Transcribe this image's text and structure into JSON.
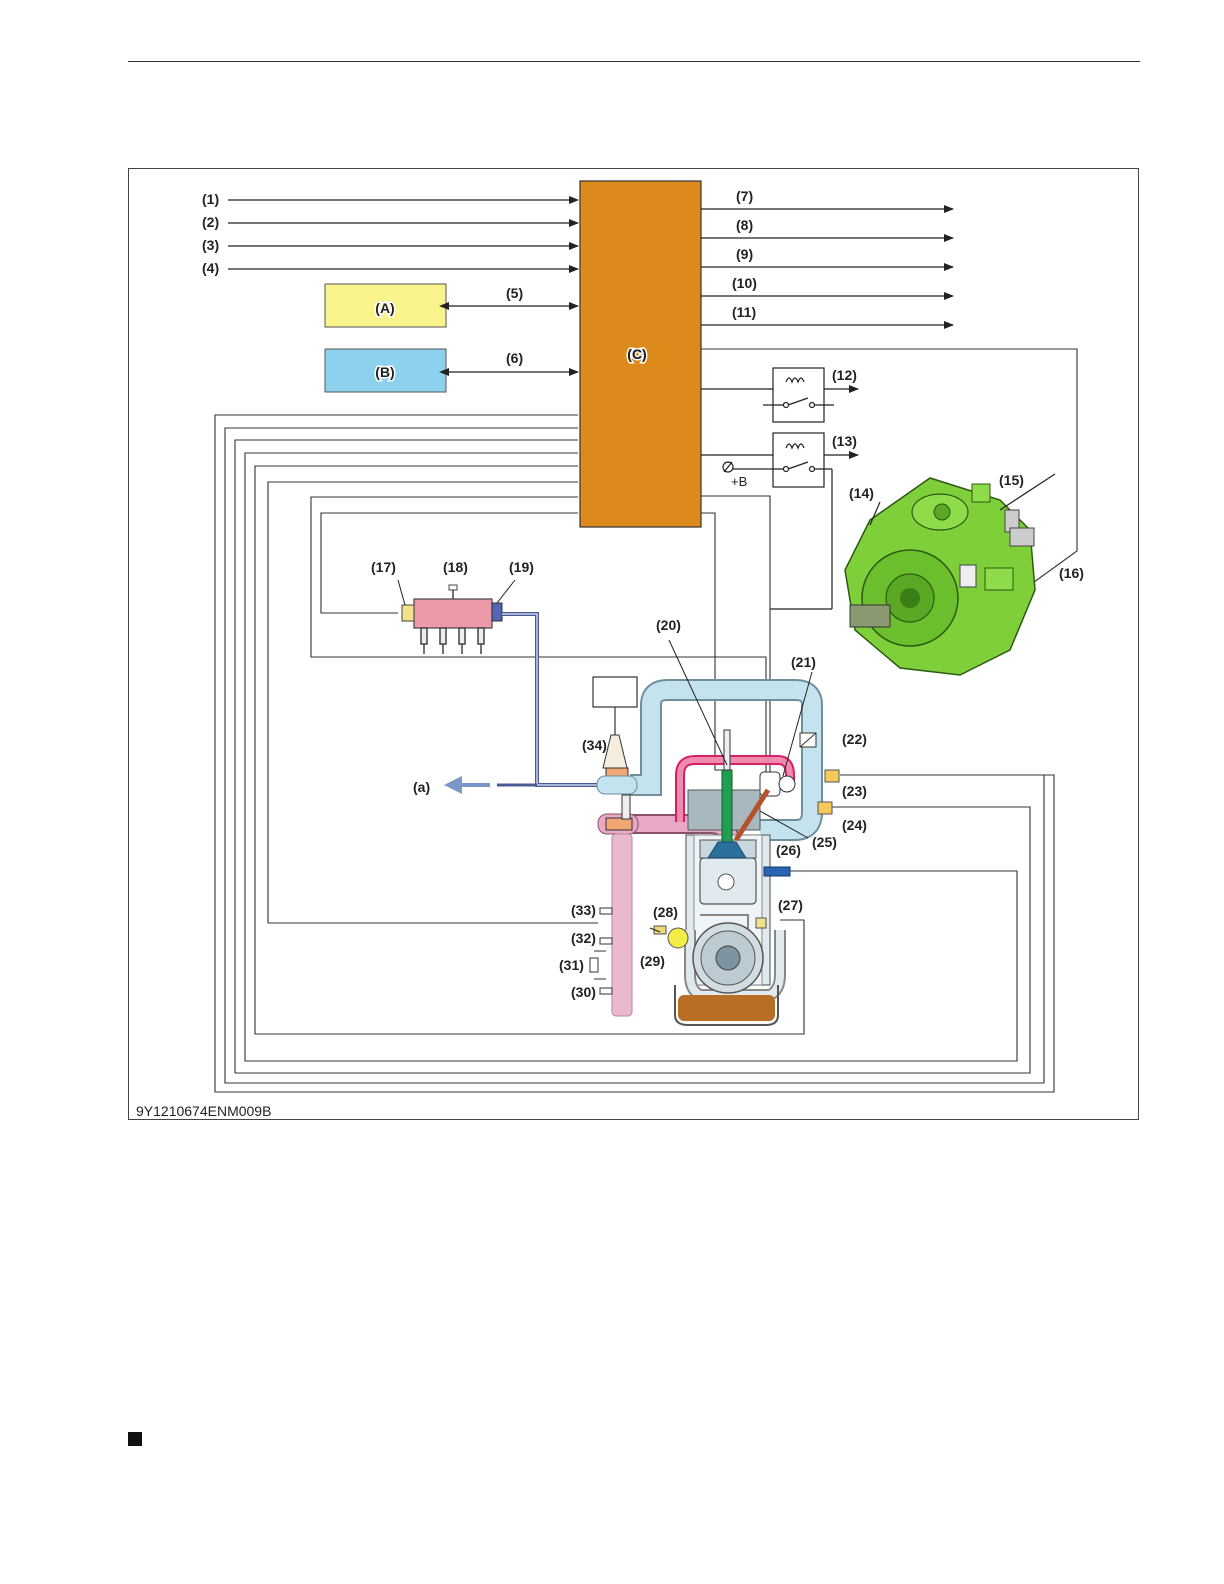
{
  "figure": {
    "caption": "9Y1210674ENM009B",
    "blocks": {
      "A": "(A)",
      "B": "(B)",
      "C": "(C)"
    },
    "colors": {
      "ecu": "#dd8a1c",
      "block_a": "#f9f48c",
      "block_b": "#8ed1ee",
      "coolant": "#c4e3ee",
      "exhaust": "#e9a9c6",
      "rail": "#ec9aa9",
      "pump": "#7fcf3b",
      "oil": "#b96e26",
      "arrow_a": "#7b96c9"
    },
    "labels": {
      "n1": "(1)",
      "n2": "(2)",
      "n3": "(3)",
      "n4": "(4)",
      "n5": "(5)",
      "n6": "(6)",
      "n7": "(7)",
      "n8": "(8)",
      "n9": "(9)",
      "n10": "(10)",
      "n11": "(11)",
      "n12": "(12)",
      "n13": "(13)",
      "n14": "(14)",
      "n15": "(15)",
      "n16": "(16)",
      "n17": "(17)",
      "n18": "(18)",
      "n19": "(19)",
      "n20": "(20)",
      "n21": "(21)",
      "n22": "(22)",
      "n23": "(23)",
      "n24": "(24)",
      "n25": "(25)",
      "n26": "(26)",
      "n27": "(27)",
      "n28": "(28)",
      "n29": "(29)",
      "n30": "(30)",
      "n31": "(31)",
      "n32": "(32)",
      "n33": "(33)",
      "n34": "(34)",
      "a": "(a)",
      "plus_b": "+B"
    }
  }
}
